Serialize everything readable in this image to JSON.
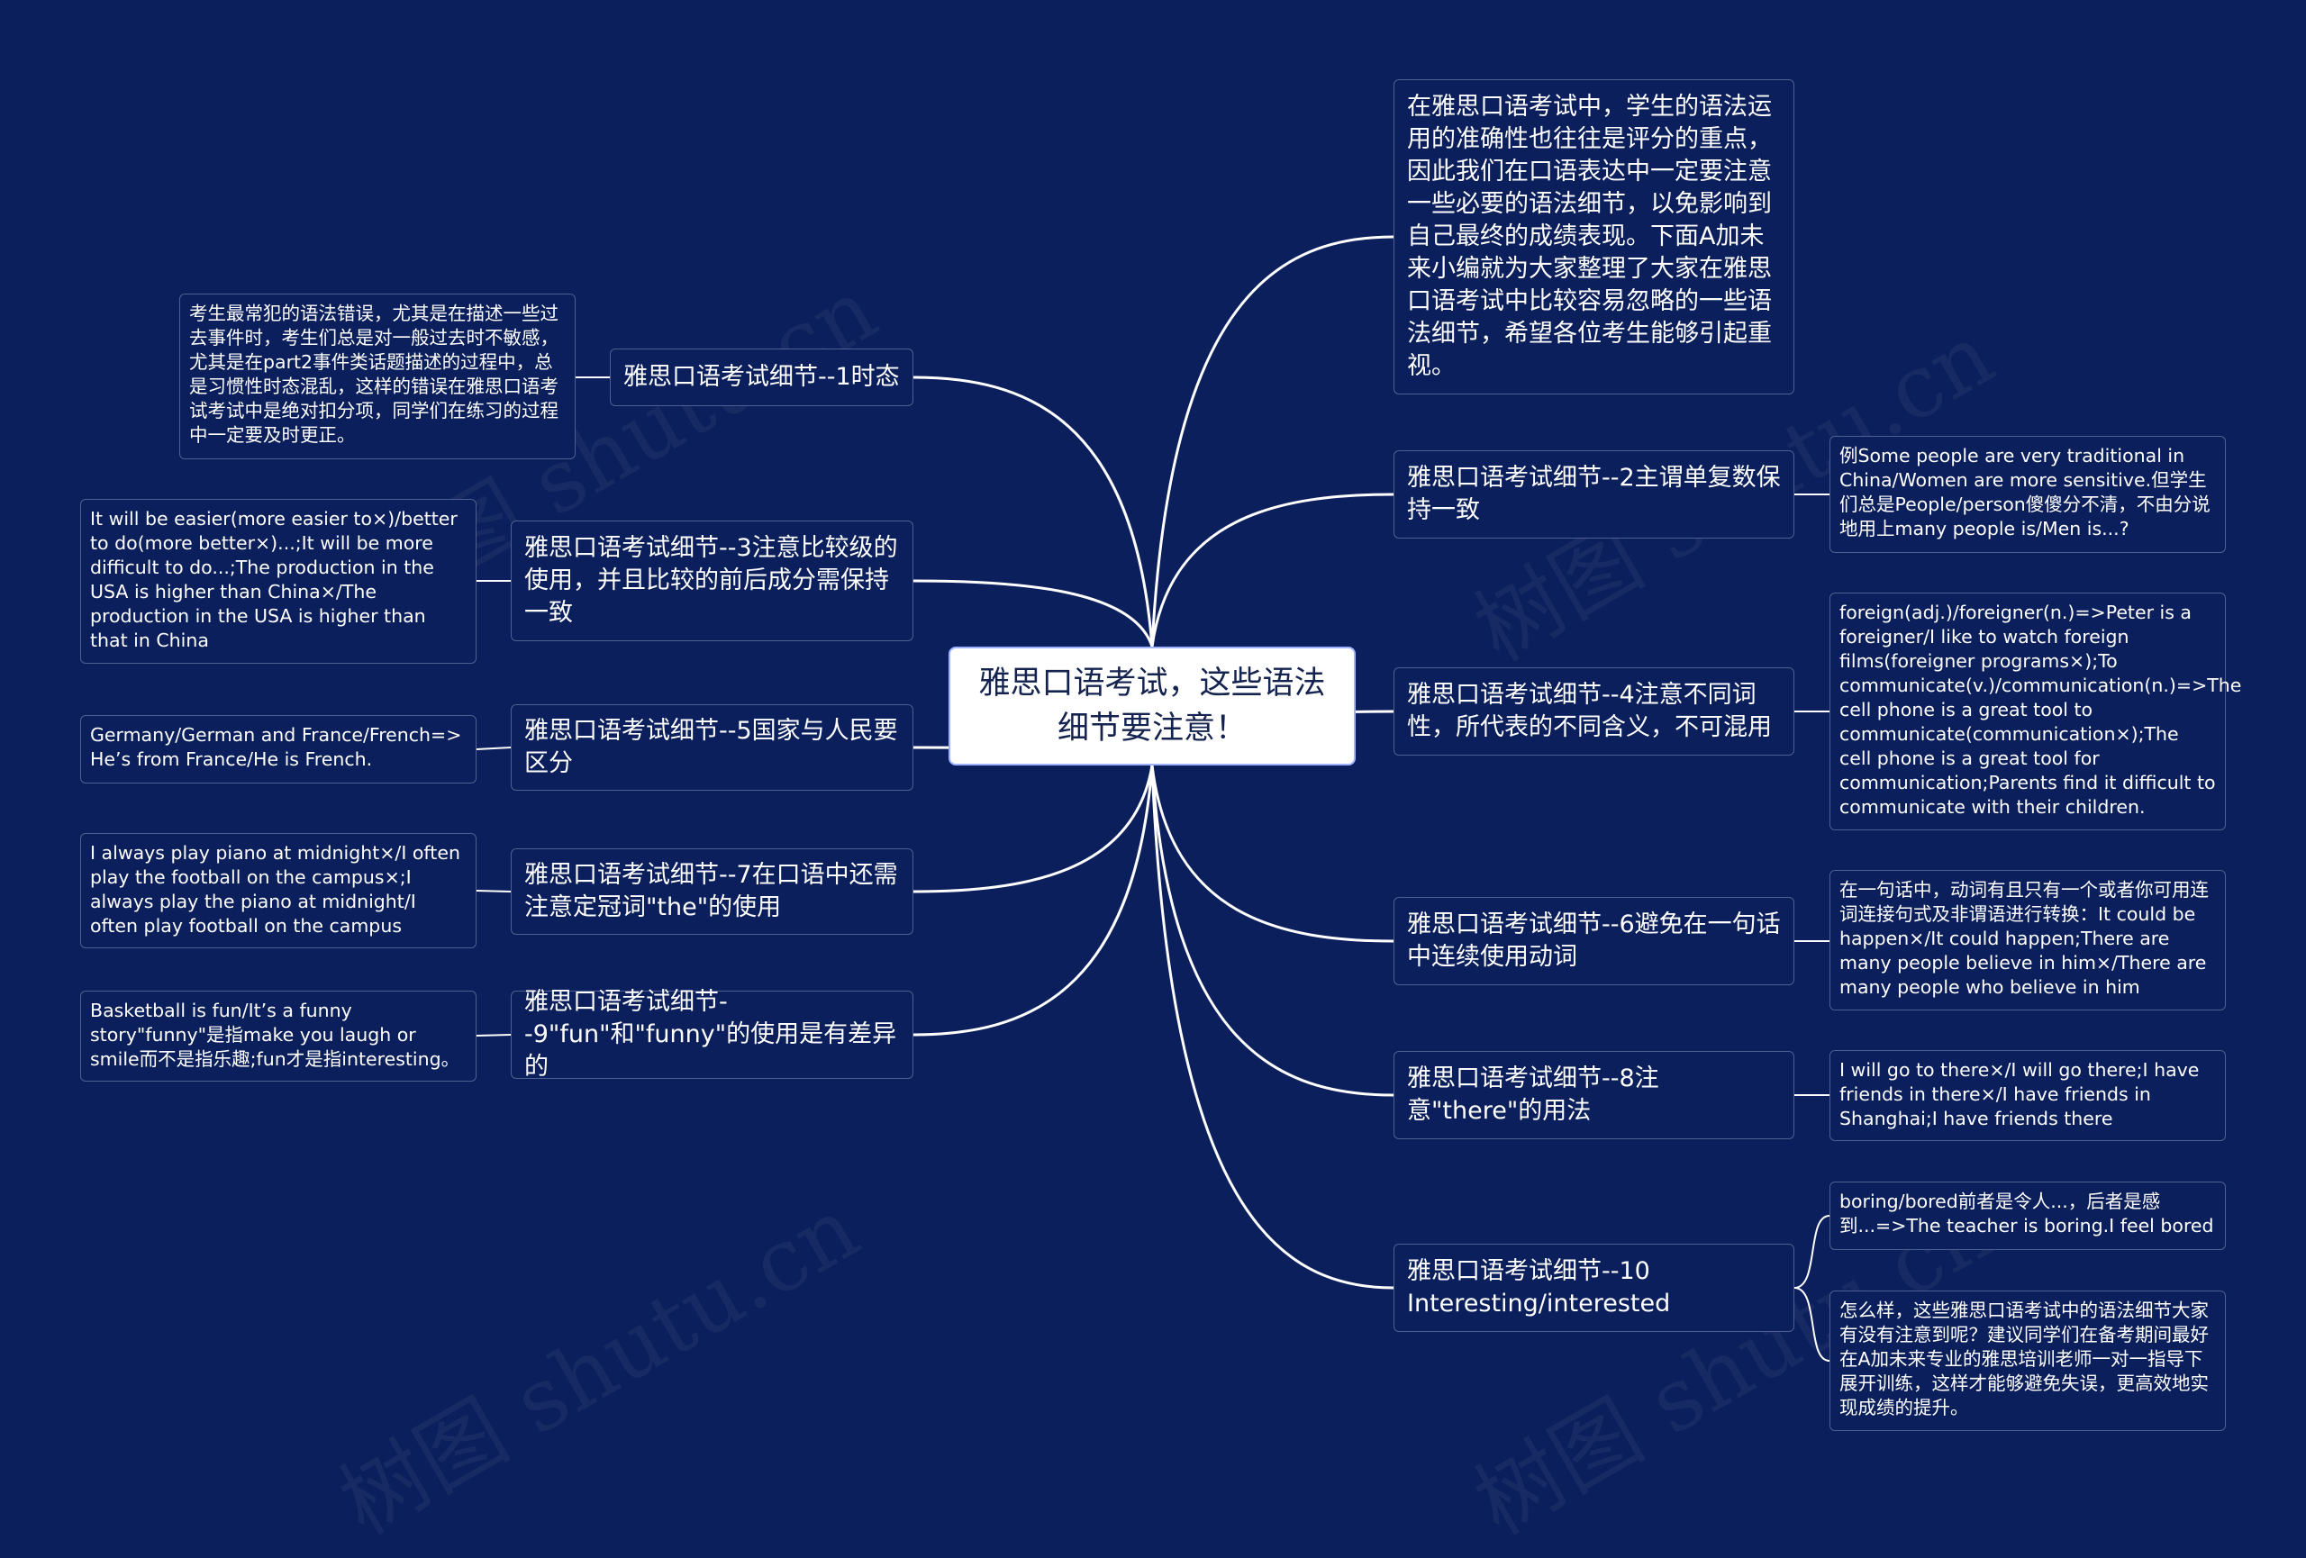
{
  "root": {
    "title": "雅思口语考试，这些语法细节要注意！"
  },
  "intro": "在雅思口语考试中，学生的语法运用的准确性也往往是评分的重点，因此我们在口语表达中一定要注意一些必要的语法细节，以免影响到自己最终的成绩表现。下面A加未来小编就为大家整理了大家在雅思口语考试中比较容易忽略的一些语法细节，希望各位考生能够引起重视。",
  "left_topics": [
    {
      "label": "雅思口语考试细节--1时态",
      "note": "考生最常犯的语法错误，尤其是在描述一些过去事件时，考生们总是对一般过去时不敏感，尤其是在part2事件类话题描述的过程中，总是习惯性时态混乱，这样的错误在雅思口语考试考试中是绝对扣分项，同学们在练习的过程中一定要及时更正。"
    },
    {
      "label": "雅思口语考试细节--3注意比较级的使用，并且比较的前后成分需保持一致",
      "note": "It will be easier(more easier to×)/better to do(more better×)...;It will be more difficult to do...;The production in the USA is higher than China×/The production in the USA is higher than that  in China"
    },
    {
      "label": "雅思口语考试细节--5国家与人民要区分",
      "note": "Germany/German and France/French=> He’s from France/He is French."
    },
    {
      "label": "雅思口语考试细节--7在口语中还需注意定冠词\"the\"的使用",
      "note": "I always play piano at midnight×/I often play the football on the campus×;I always  play the piano at midnight/I often play football on the campus"
    },
    {
      "label": "雅思口语考试细节--9\"fun\"和\"funny\"的使用是有差异的",
      "note": "Basketball is fun/It’s a funny story\"funny\"是指make you laugh or smile而不是指乐趣;fun才是指interesting。"
    }
  ],
  "right_topics": [
    {
      "label": "雅思口语考试细节--2主谓单复数保持一致",
      "notes": [
        "例Some people are very traditional in China/Women are more sensitive.但学生们总是People/person傻傻分不清，不由分说地用上many people is/Men is...?"
      ]
    },
    {
      "label": "雅思口语考试细节--4注意不同词性，所代表的不同含义，不可混用",
      "notes": [
        "foreign(adj.)/foreigner(n.)=>Peter is a foreigner/I like to watch foreign films(foreigner programs×);To communicate(v.)/communication(n.)=>The cell phone is a great tool to communicate(communication×);The cell phone is a great tool for communication;Parents find it difficult to communicate with their children."
      ]
    },
    {
      "label": "雅思口语考试细节--6避免在一句话中连续使用动词",
      "notes": [
        "在一句话中，动词有且只有一个或者你可用连词连接句式及非谓语进行转换：It could be happen×/It could happen;There are many people believe in him×/There are many people who believe in him"
      ]
    },
    {
      "label": "雅思口语考试细节--8注意\"there\"的用法",
      "notes": [
        "I will go to there×/I will go there;I have friends in there×/I have friends in Shanghai;I have friends there"
      ]
    },
    {
      "label": "雅思口语考试细节--10 Interesting/interested",
      "notes": [
        "boring/bored前者是令人...，后者是感到...=>The teacher is boring.I feel bored",
        "怎么样，这些雅思口语考试中的语法细节大家有没有注意到呢？建议同学们在备考期间最好在A加未来专业的雅思培训老师一对一指导下展开训练，这样才能够避免失误，更高效地实现成绩的提升。"
      ]
    }
  ],
  "watermark": "树图 shutu.cn",
  "colors": {
    "background": "#0b1f5c",
    "line": "#ffffff",
    "border": "#4f5f91",
    "root_fill": "#ffffff"
  }
}
